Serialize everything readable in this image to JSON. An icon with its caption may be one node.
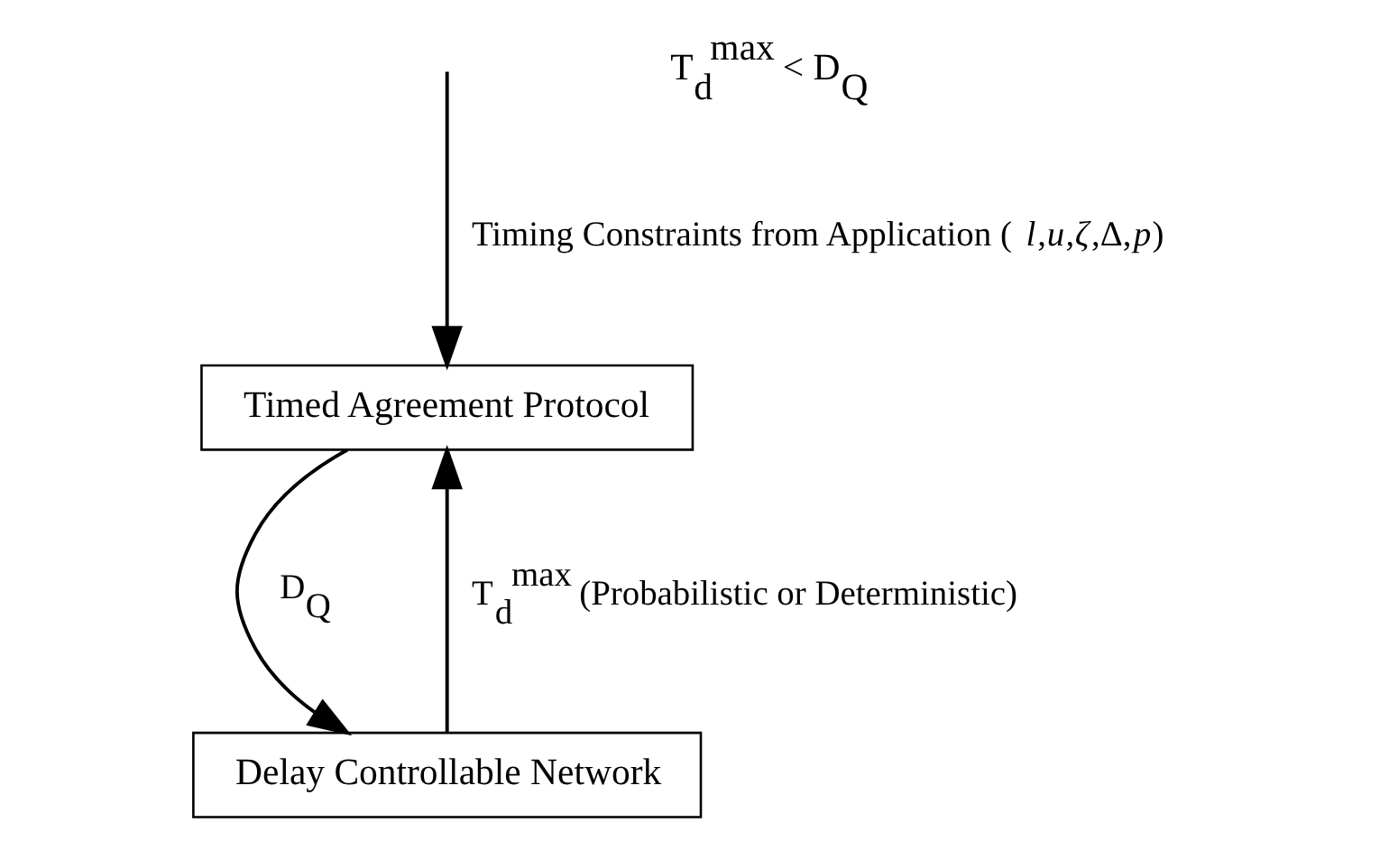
{
  "diagram": {
    "nodes": [
      {
        "text": [
          "Timed Agreement Protocol"
        ]
      },
      {
        "text": [
          "Delay Controllable Network"
        ]
      }
    ],
    "edges": [
      {
        "from": null,
        "to": 0,
        "arrow": "to",
        "label": "Timing Constraints from Application (*l*,*u*,*ζ*,Δ,*p*)"
      },
      {
        "from": 0,
        "to": 1,
        "arrow": "to",
        "label": "D$_{Q}$"
      },
      {
        "from": 1,
        "to": 0,
        "arrow": "to",
        "label": "T$_{d}$$^{max}$ (Probabilistic or Deterministic)"
      }
    ],
    "labels": [
      "T$_{d}$$^{max}$ < D$_{Q}$"
    ]
  }
}
